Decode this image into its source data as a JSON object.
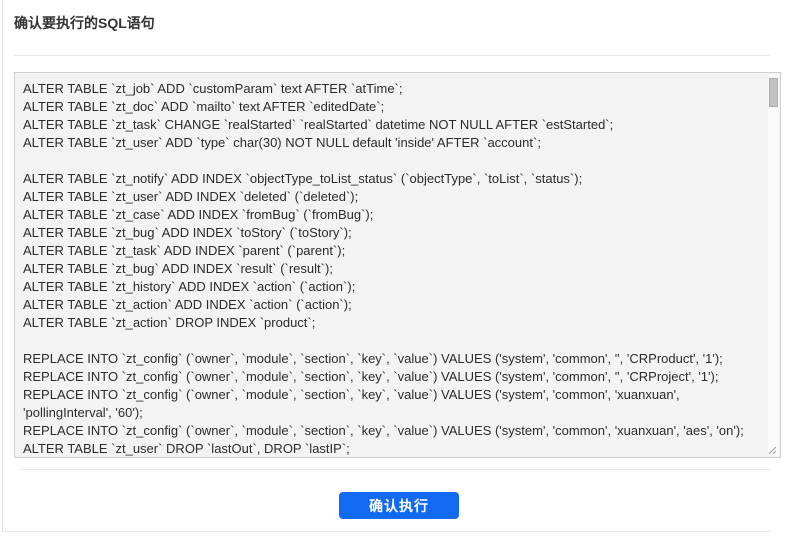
{
  "page": {
    "title": "确认要执行的SQL语句"
  },
  "sql_box": {
    "lines": [
      "ALTER TABLE `zt_job` ADD `customParam` text AFTER `atTime`;",
      "ALTER TABLE `zt_doc` ADD `mailto` text AFTER `editedDate`;",
      "ALTER TABLE `zt_task` CHANGE `realStarted` `realStarted` datetime NOT NULL AFTER `estStarted`;",
      "ALTER TABLE `zt_user` ADD `type` char(30) NOT NULL default 'inside' AFTER `account`;",
      "",
      "ALTER TABLE `zt_notify` ADD INDEX `objectType_toList_status` (`objectType`, `toList`, `status`);",
      "ALTER TABLE `zt_user` ADD INDEX `deleted` (`deleted`);",
      "ALTER TABLE `zt_case` ADD INDEX `fromBug` (`fromBug`);",
      "ALTER TABLE `zt_bug` ADD INDEX `toStory` (`toStory`);",
      "ALTER TABLE `zt_task` ADD INDEX `parent` (`parent`);",
      "ALTER TABLE `zt_bug` ADD INDEX `result` (`result`);",
      "ALTER TABLE `zt_history` ADD INDEX `action` (`action`);",
      "ALTER TABLE `zt_action` ADD INDEX `action` (`action`);",
      "ALTER TABLE `zt_action` DROP INDEX `product`;",
      "",
      "REPLACE INTO `zt_config` (`owner`, `module`, `section`, `key`, `value`) VALUES ('system', 'common', '', 'CRProduct', '1');",
      "REPLACE INTO `zt_config` (`owner`, `module`, `section`, `key`, `value`) VALUES ('system', 'common', '', 'CRProject', '1');",
      "REPLACE INTO `zt_config` (`owner`, `module`, `section`, `key`, `value`) VALUES ('system', 'common', 'xuanxuan', 'pollingInterval', '60');",
      "REPLACE INTO `zt_config` (`owner`, `module`, `section`, `key`, `value`) VALUES ('system', 'common', 'xuanxuan', 'aes', 'on');",
      "ALTER TABLE `zt_user` DROP `lastOut`, DROP `lastIP`;"
    ]
  },
  "confirm_button": {
    "label": "确认执行"
  },
  "colors": {
    "accent": "#1269f2",
    "textarea_bg": "#f3f3f3",
    "textarea_border": "#cfcfcf",
    "text_color": "#2b2b2b",
    "divider": "#e8e8e8",
    "panel_border": "#dcdcdc",
    "scrollbar_thumb": "#c2c2c2",
    "scrollbar_thumb_border": "#ababab"
  }
}
